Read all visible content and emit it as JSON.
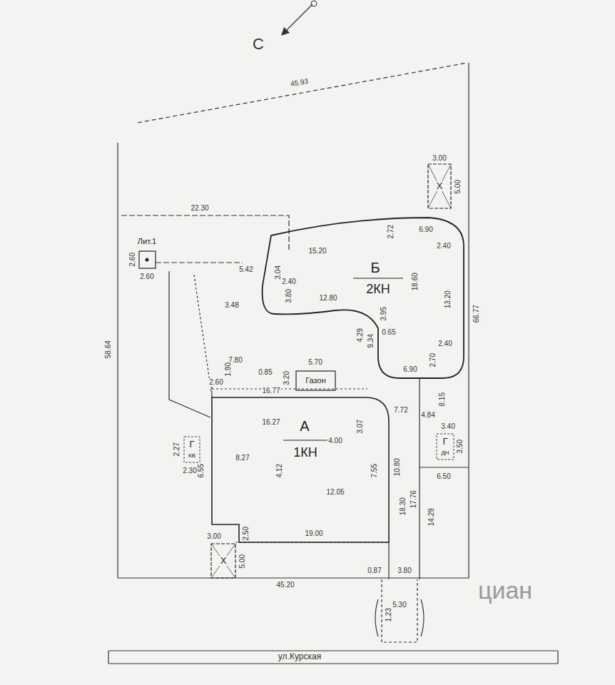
{
  "diagram": {
    "nodes": [
      {
        "text": [
          "А",
          "1КН"
        ]
      },
      {
        "text": [
          "Б",
          "2КН"
        ]
      },
      {
        "text": [
          "Газон"
        ]
      },
      {
        "text": [
          "Лит.1"
        ]
      },
      {
        "text": [
          "Г",
          "КВ"
        ]
      },
      {
        "text": [
          "Г",
          "ДН"
        ]
      },
      {
        "text": [
          "Х"
        ]
      },
      {
        "text": [
          "Х"
        ]
      }
    ],
    "labels": [
      "С",
      "45.93",
      "58.64",
      "66.77",
      "45.20",
      "ул.Курская",
      "22.30",
      "2.60",
      "2.60",
      "15.20",
      "2.72",
      "6.90",
      "2.40",
      "18.60",
      "13.20",
      "12.80",
      "3.95",
      "0.65",
      "4.29",
      "9.34",
      "2.40",
      "6.90",
      "2.70",
      "3.04",
      "2.40",
      "3.80",
      "5.42",
      "3.48",
      "7.80",
      "0.85",
      "5.70",
      "3.20",
      "1.90",
      "2.60",
      "16.77",
      "16.27",
      "3.07",
      "4.00",
      "7.72",
      "8.15",
      "4.84",
      "3.40",
      "3.50",
      "6.50",
      "7.55",
      "10.80",
      "12.05",
      "8.27",
      "4.12",
      "6.55",
      "2.27",
      "2.30",
      "19.00",
      "18.30",
      "17.76",
      "14.29",
      "3.00",
      "2.50",
      "5.00",
      "3.00",
      "5.00",
      "0.87",
      "3.80",
      "5.30",
      "1.23",
      "циан"
    ]
  }
}
